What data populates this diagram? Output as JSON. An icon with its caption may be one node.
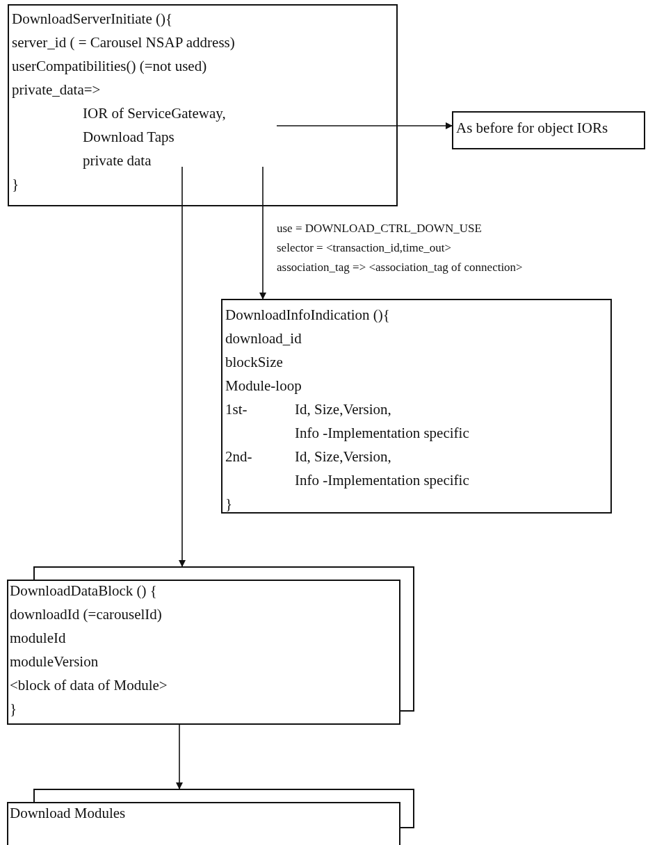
{
  "diagram": {
    "nodes": [
      {
        "text": [
          "DownloadServerInitiate (){",
          "server_id ( = Carousel NSAP address)",
          "userCompatibilities() (=not used)",
          "private_data=>",
          "IOR of ServiceGateway,",
          "Download Taps",
          "private data",
          "}"
        ]
      },
      {
        "text": [
          "As before for object IORs"
        ]
      },
      {
        "text": [
          "DownloadInfoIndication (){",
          "download_id",
          "blockSize",
          "Module-loop",
          "1st-",
          "Id, Size,Version,",
          "Info -Implementation specific",
          "2nd-",
          "Id, Size,Version,",
          "Info -Implementation specific",
          "}"
        ]
      },
      {
        "text": [
          "DownloadDataBlock () {",
          "downloadId (=carouselId)",
          "moduleId",
          "moduleVersion",
          "<block of data of Module>",
          "}"
        ]
      },
      {
        "text": [
          "Download Modules"
        ]
      }
    ],
    "edges": [
      {
        "from": 0,
        "to": 1,
        "arrow": "to"
      },
      {
        "from": 0,
        "to": 2,
        "arrow": "to"
      },
      {
        "from": 0,
        "to": 3,
        "arrow": "to"
      },
      {
        "from": 3,
        "to": 4,
        "arrow": "to"
      }
    ],
    "labels": [
      "use = DOWNLOAD_CTRL_DOWN_USE",
      "selector = <transaction_id,time_out>",
      "association_tag => <association_tag of connection>"
    ]
  }
}
